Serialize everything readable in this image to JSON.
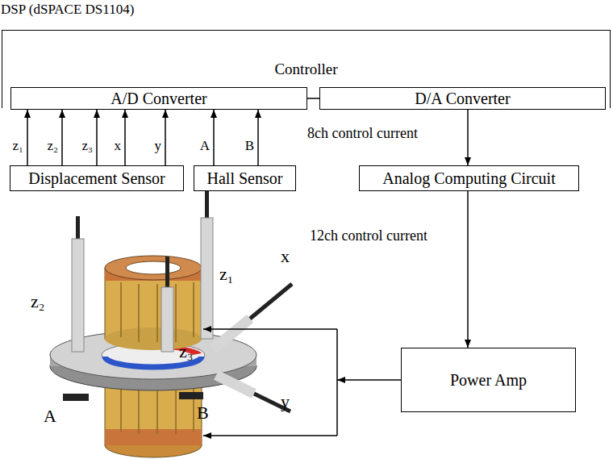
{
  "diagram": {
    "nodes": [
      {
        "text": [
          "DSP (dSPACE DS1104)",
          "Controller"
        ]
      },
      {
        "text": [
          "A/D Converter"
        ],
        "in": 0
      },
      {
        "text": [
          "D/A Converter"
        ],
        "in": 0
      },
      {
        "text": [
          "Displacement Sensor"
        ]
      },
      {
        "text": [
          "Hall Sensor"
        ]
      },
      {
        "text": [
          "Analog Computing Circuit"
        ]
      },
      {
        "text": [
          "Power Amp"
        ]
      }
    ],
    "edges": [
      {
        "from": 3,
        "to": 1,
        "label": "z₁",
        "arrow": "to"
      },
      {
        "from": 3,
        "to": 1,
        "label": "z₂",
        "arrow": "to"
      },
      {
        "from": 3,
        "to": 1,
        "label": "z₃",
        "arrow": "to"
      },
      {
        "from": 3,
        "to": 1,
        "label": "x",
        "arrow": "to"
      },
      {
        "from": 3,
        "to": 1,
        "label": "y",
        "arrow": "to"
      },
      {
        "from": 4,
        "to": 1,
        "label": "A",
        "arrow": "to"
      },
      {
        "from": 4,
        "to": 1,
        "label": "B",
        "arrow": "to"
      },
      {
        "from": 1,
        "to": 2,
        "arrow": "none"
      },
      {
        "from": 2,
        "to": 5,
        "label": "8ch control current",
        "arrow": "to"
      },
      {
        "from": 5,
        "to": 6,
        "label": "12ch control current",
        "arrow": "to"
      }
    ],
    "labels": [
      "z₂",
      "z₁",
      "x",
      "z₃",
      "y",
      "A",
      "B"
    ]
  }
}
